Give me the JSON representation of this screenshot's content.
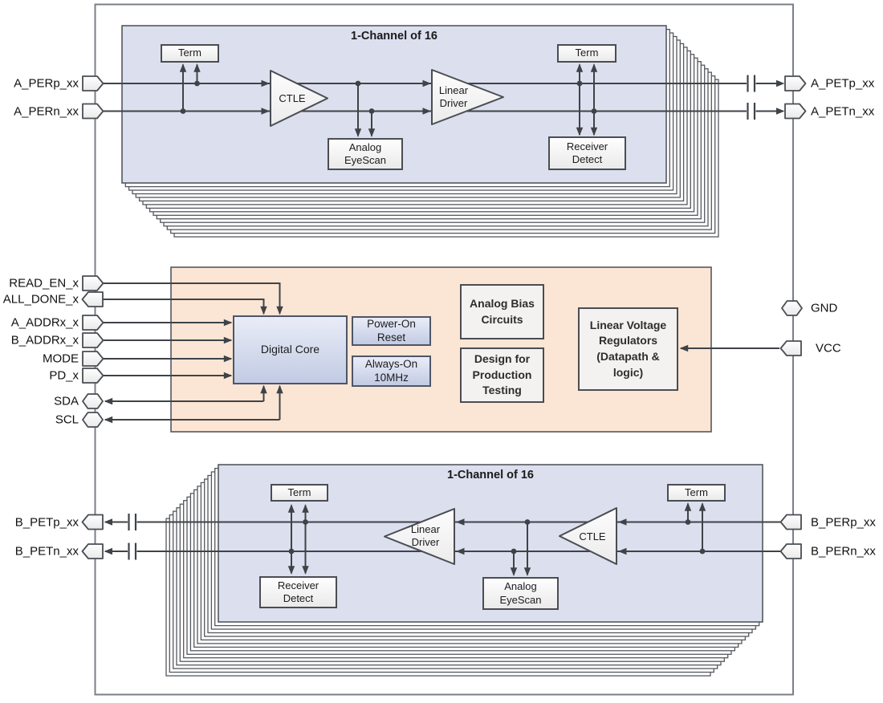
{
  "diagram": {
    "top_channel": {
      "title": "1-Channel of 16",
      "term_left": "Term",
      "term_right": "Term",
      "ctle_label": "CTLE",
      "linear_driver_label": "Linear\nDriver",
      "analog_eyescan_label": "Analog\nEyeScan",
      "receiver_detect_label": "Receiver\nDetect"
    },
    "control_block": {
      "digital_core": "Digital Core",
      "power_on_reset": "Power-On\nReset",
      "always_on_10mhz": "Always-On\n10MHz",
      "analog_bias": "Analog Bias\nCircuits",
      "design_for_production": "Design for\nProduction\nTesting",
      "linear_voltage_regulators": "Linear Voltage\nRegulators\n(Datapath &\nlogic)"
    },
    "bottom_channel": {
      "title": "1-Channel of 16",
      "term_left": "Term",
      "term_right": "Term",
      "ctle_label": "CTLE",
      "linear_driver_label": "Linear\nDriver",
      "analog_eyescan_label": "Analog\nEyeScan",
      "receiver_detect_label": "Receiver\nDetect"
    },
    "pins": {
      "a_perp": "A_PERp_xx",
      "a_pern": "A_PERn_xx",
      "a_petp": "A_PETp_xx",
      "a_petn": "A_PETn_xx",
      "read_en": "READ_EN_x",
      "all_done": "ALL_DONE_x",
      "a_addr": "A_ADDRx_x",
      "b_addr": "B_ADDRx_x",
      "mode": "MODE",
      "pd": "PD_x",
      "sda": "SDA",
      "scl": "SCL",
      "gnd": "GND",
      "vcc": "VCC",
      "b_petp": "B_PETp_xx",
      "b_petn": "B_PETn_xx",
      "b_perp": "B_PERp_xx",
      "b_pern": "B_PERn_xx"
    },
    "colors": {
      "channel_fill": "#dbdfee",
      "control_fill": "#fbe5d5",
      "core_fill_top": "#eaedf8",
      "core_fill_bottom": "#c2cbe4",
      "wire": "#3f4347",
      "border": "#55585e"
    }
  }
}
